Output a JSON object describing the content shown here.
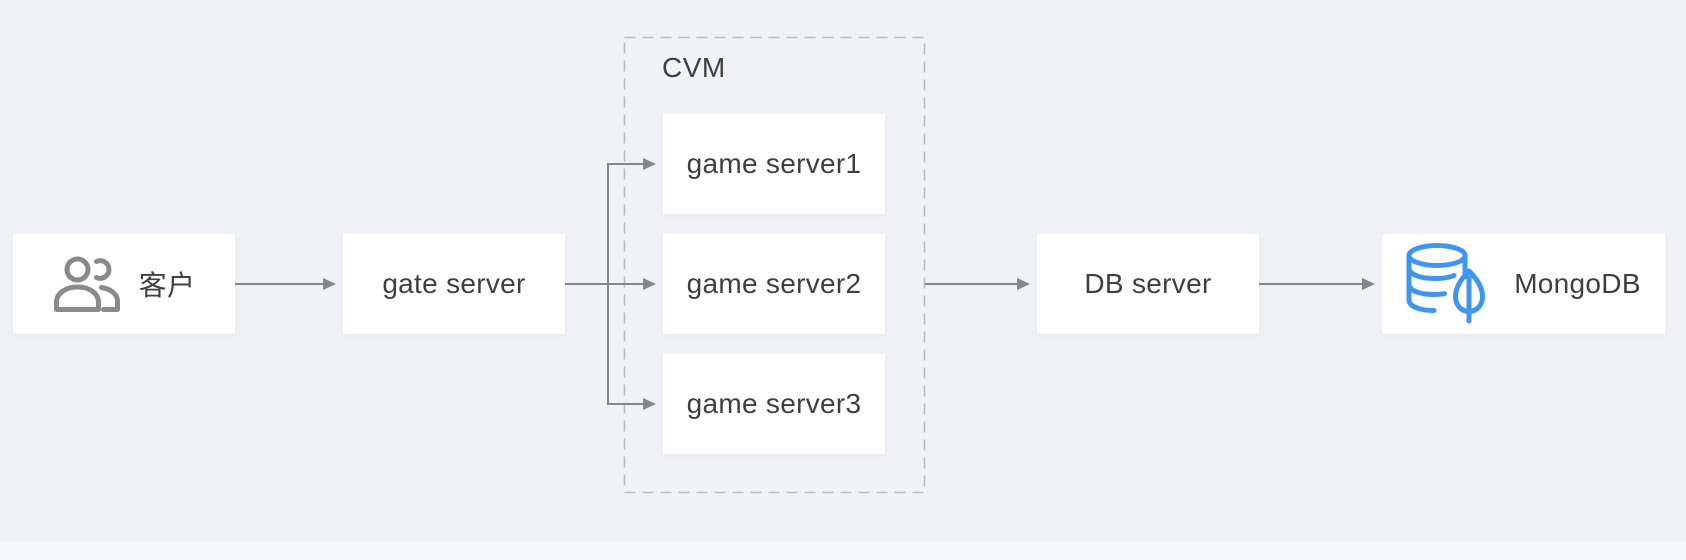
{
  "colors": {
    "canvas_bg": "#f1f2f6",
    "footer_bg": "#f7f8fa",
    "node_bg": "#ffffff",
    "text": "#3f3f3f",
    "arrow": "#868686",
    "dashed_border": "#bcbcbc",
    "icon_gray": "#8a8a8a",
    "accent_blue": "#4095f2"
  },
  "group": {
    "label": "CVM"
  },
  "nodes": {
    "customer": {
      "label": "客户",
      "icon": "users-icon"
    },
    "gate": {
      "label": "gate server"
    },
    "game1": {
      "label": "game server1"
    },
    "game2": {
      "label": "game server2"
    },
    "game3": {
      "label": "game server3"
    },
    "db": {
      "label": "DB server"
    },
    "mongodb": {
      "label": "MongoDB",
      "icon": "mongodb-leaf-database-icon"
    }
  },
  "edges": [
    {
      "from": "客户",
      "to": "gate server"
    },
    {
      "from": "gate server",
      "to": "game server1"
    },
    {
      "from": "gate server",
      "to": "game server2"
    },
    {
      "from": "gate server",
      "to": "game server3"
    },
    {
      "from": "CVM",
      "to": "DB server"
    },
    {
      "from": "DB server",
      "to": "MongoDB"
    }
  ]
}
